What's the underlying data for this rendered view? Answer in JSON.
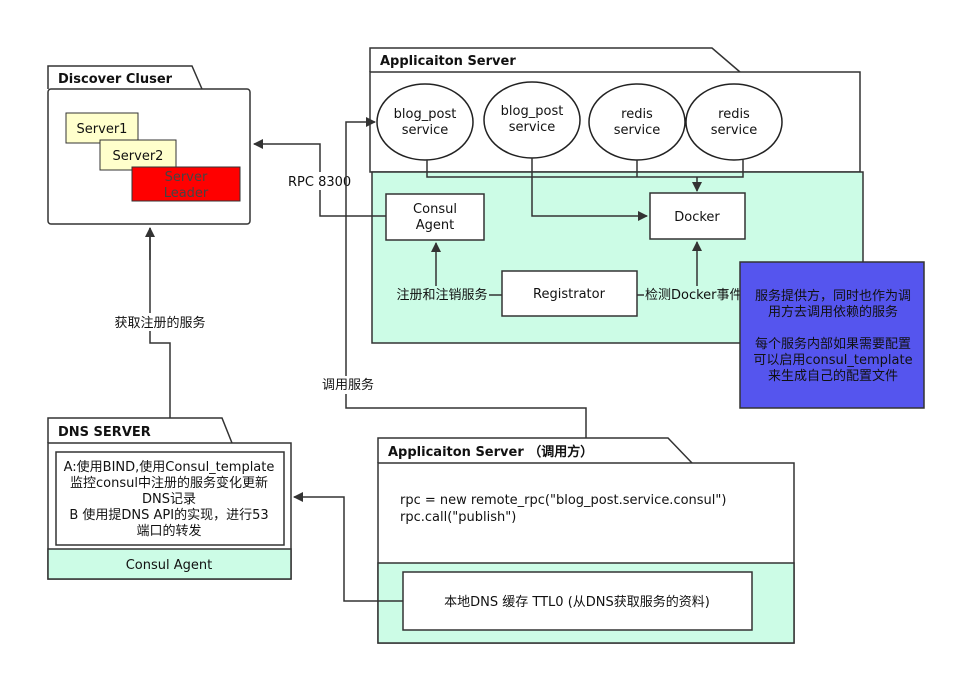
{
  "discover_cluster": {
    "title": "Discover Cluser",
    "server1": "Server1",
    "server2": "Server2",
    "leader_line1": "Server",
    "leader_line2": "Leader"
  },
  "app_server_top": {
    "title": "Applicaiton Server",
    "services": [
      {
        "line1": "blog_post",
        "line2": "service"
      },
      {
        "line1": "blog_post",
        "line2": "service"
      },
      {
        "line1": "redis",
        "line2": "service"
      },
      {
        "line1": "redis",
        "line2": "service"
      }
    ],
    "consul_agent_line1": "Consul",
    "consul_agent_line2": "Agent",
    "docker": "Docker",
    "registrator": "Registrator",
    "label_register": "注册和注销服务",
    "label_docker_event": "检测Docker事件"
  },
  "edge_labels": {
    "rpc": "RPC 8300",
    "get_services": "获取注册的服务",
    "call_service": "调用服务"
  },
  "note": {
    "line1": "服务提供方，同时也作为调",
    "line2": "用方去调用依赖的服务",
    "line3": "每个服务内部如果需要配置",
    "line4": "可以启用consul_template",
    "line5": "来生成自己的配置文件"
  },
  "dns_server": {
    "title": "DNS SERVER",
    "line1": "A:使用BIND,使用Consul_template",
    "line2": "监控consul中注册的服务变化更新",
    "line3": "DNS记录",
    "line4": "B 使用提DNS API的实现，进行53",
    "line5": "端口的转发",
    "consul_agent": "Consul Agent"
  },
  "app_server_caller": {
    "title": "Applicaiton Server （调用方）",
    "code_line1": "rpc = new remote_rpc(\"blog_post.service.consul\")",
    "code_line2": "rpc.call(\"publish\")",
    "local_dns": "本地DNS 缓存 TTL0 (从DNS获取服务的资料)"
  },
  "colors": {
    "mint": "#ccfce6",
    "note_blue": "#5555ee",
    "leader_red": "#ff0000",
    "server_yellow": "#ffffcc"
  }
}
